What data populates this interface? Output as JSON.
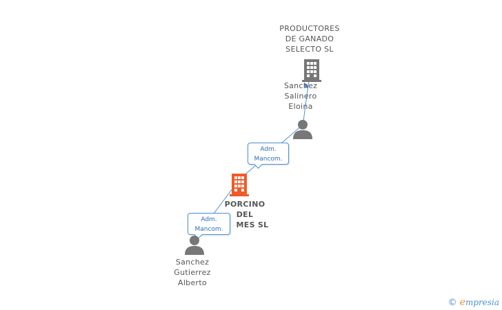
{
  "colors": {
    "company_main": "#f05a28",
    "company_other": "#777777",
    "person": "#777777",
    "link": "#4a90d9"
  },
  "nodes": {
    "company_top": {
      "icon": "building-icon",
      "lines": [
        "PRODUCTORES",
        "DE GANADO",
        "SELECTO SL"
      ]
    },
    "person_top": {
      "icon": "person-icon",
      "lines": [
        "Sanchez",
        "Salinero",
        "Eloina"
      ]
    },
    "company_main": {
      "icon": "building-icon",
      "lines": [
        "PORCINO",
        "DEL",
        "MES SL"
      ]
    },
    "person_bottom": {
      "icon": "person-icon",
      "lines": [
        "Sanchez",
        "Gutierrez",
        "Alberto"
      ]
    }
  },
  "relations": {
    "upper": {
      "lines": [
        "Adm.",
        "Mancom."
      ]
    },
    "lower": {
      "lines": [
        "Adm.",
        "Mancom."
      ]
    }
  },
  "footer": {
    "copyright_symbol": "©",
    "brand_first_letter": "e",
    "brand_rest": "mpresia"
  }
}
